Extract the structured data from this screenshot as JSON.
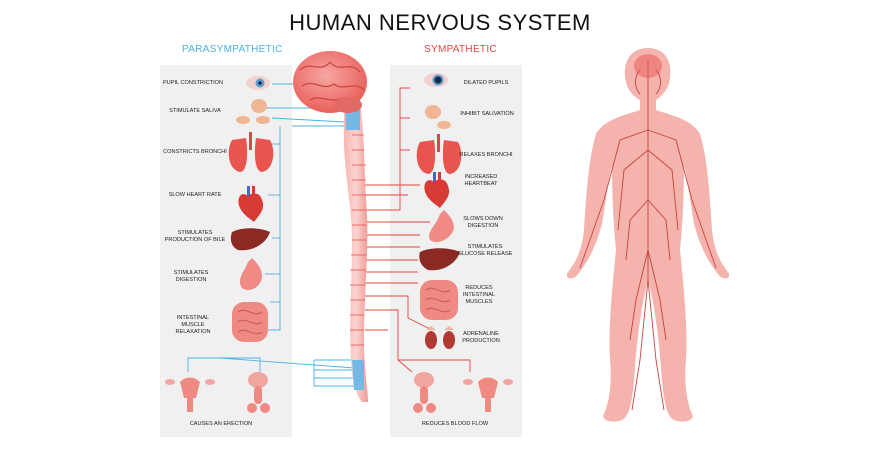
{
  "title": "HUMAN NERVOUS SYSTEM",
  "parasympathetic": {
    "heading": "PARASYMPATHETIC",
    "effects": [
      "PUPIL CONSTRICTION",
      "STIMULATE SALIVA",
      "CONSTRICTS BRONCHI",
      "SLOW HEART RATE",
      "STIMULATES PRODUCTION OF BILE",
      "STIMULATES DIGESTION",
      "INTESTINAL MUSCLE RELAXATION"
    ],
    "bottom": "CAUSES AN ERECTION"
  },
  "sympathetic": {
    "heading": "SYMPATHETIC",
    "effects": [
      "DILATED PUPILS",
      "INHIBIT SALIVATION",
      "RELAXES BRONCHI",
      "INCREASED HEARTBEAT",
      "SLOWS DOWN DIGESTION",
      "STIMULATES GLUCOSE RELEASE",
      "REDUCES INTESTINAL MUSCLES",
      "ADRENALINE PRODUCTION"
    ],
    "bottom": "REDUCES BLOOD FLOW"
  },
  "colors": {
    "parasympathetic": "#4cb3e2",
    "sympathetic": "#e2453f",
    "organ": "#e8554f",
    "body": "#f5b3ad",
    "panel": "#f0f0f1"
  }
}
